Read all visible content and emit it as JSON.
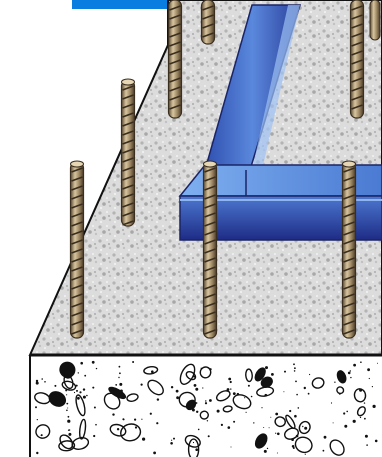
{
  "illustration": {
    "subject": "rebar-and-concrete-slab-with-steel-channel",
    "colors": {
      "background": "#ffffff",
      "top_band": "#0a7ee0",
      "slab_top": "#dcdcdc",
      "slab_speckle": "#a8a8a8",
      "section_face": "#ffffff",
      "outline": "#111111",
      "channel_light": "#6aa0e8",
      "channel_mid": "#3a62c0",
      "channel_dark": "#24348a",
      "channel_edge": "#9cc0f2",
      "rebar_light": "#c9b48e",
      "rebar_dark": "#5b4a33"
    },
    "rebar_count": 8,
    "aggregate_style": "pebbles-and-dots"
  }
}
